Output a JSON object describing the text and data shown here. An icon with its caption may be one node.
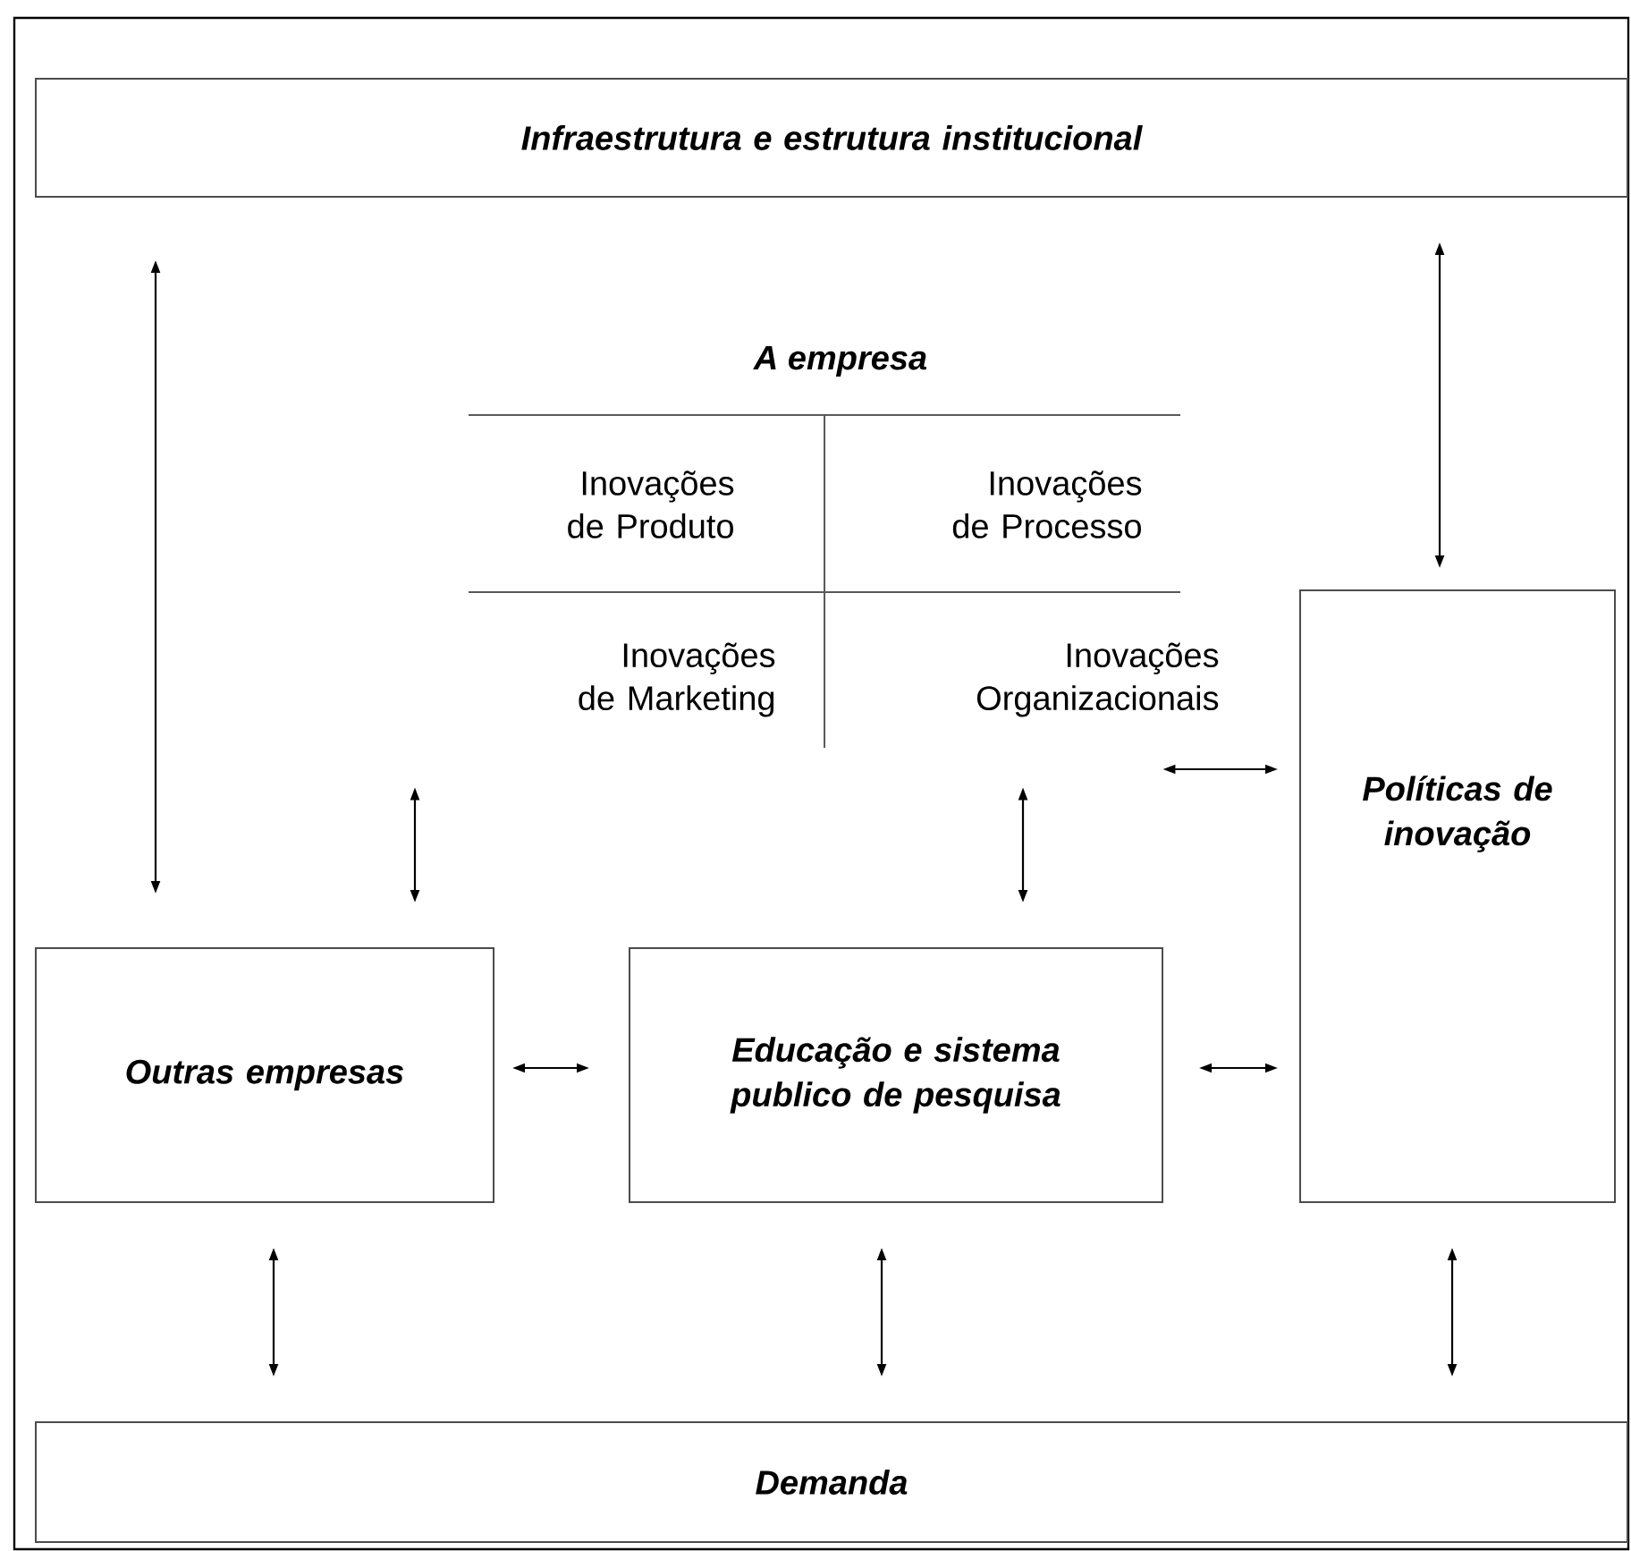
{
  "diagram": {
    "nodes": [
      {
        "text": [
          "Infraestrutura e estrutura institucional"
        ]
      },
      {
        "text": [
          "A empresa",
          "Inovações de Produto",
          "Inovações de Processo",
          "Inovações de Marketing",
          "Inovações Organizacionais"
        ]
      },
      {
        "text": [
          "Políticas de inovação"
        ]
      },
      {
        "text": [
          "Outras empresas"
        ]
      },
      {
        "text": [
          "Educação e sistema publico de pesquisa"
        ]
      },
      {
        "text": [
          "Demanda"
        ]
      }
    ],
    "edges": [
      {
        "from": 0,
        "to": 3,
        "arrow": "both"
      },
      {
        "from": 0,
        "to": 2,
        "arrow": "both"
      },
      {
        "from": 1,
        "to": 3,
        "arrow": "both"
      },
      {
        "from": 1,
        "to": 4,
        "arrow": "both"
      },
      {
        "from": 1,
        "to": 2,
        "arrow": "both"
      },
      {
        "from": 3,
        "to": 4,
        "arrow": "both"
      },
      {
        "from": 4,
        "to": 2,
        "arrow": "both"
      },
      {
        "from": 3,
        "to": 5,
        "arrow": "both"
      },
      {
        "from": 4,
        "to": 5,
        "arrow": "both"
      },
      {
        "from": 2,
        "to": 5,
        "arrow": "both"
      }
    ]
  }
}
